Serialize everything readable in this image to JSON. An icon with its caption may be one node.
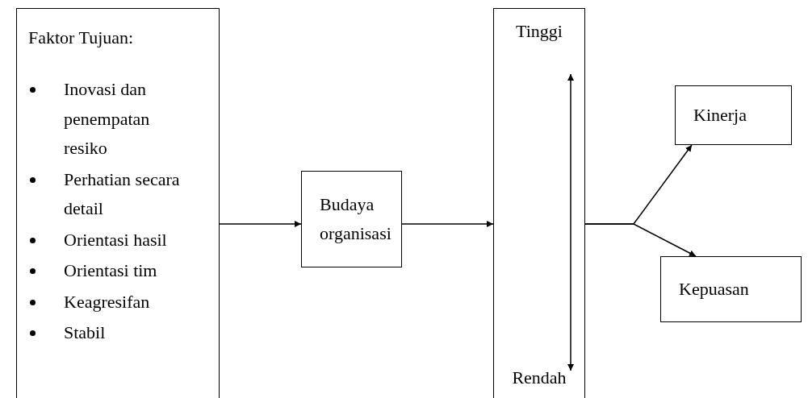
{
  "diagram": {
    "nodes": [
      {
        "text": [
          "Faktor Tujuan:",
          "Inovasi dan penempatan resiko",
          "Perhatian secara detail",
          "Orientasi hasil",
          "Orientasi tim",
          "Keagresifan",
          "Stabil"
        ]
      },
      {
        "text": [
          "Budaya organisasi"
        ]
      },
      {
        "text": [
          "Tinggi",
          "Rendah"
        ]
      },
      {
        "text": [
          "Kinerja"
        ]
      },
      {
        "text": [
          "Kepuasan"
        ]
      }
    ],
    "edges": [
      {
        "from": 0,
        "to": 1,
        "arrow": "to"
      },
      {
        "from": 1,
        "to": 2,
        "arrow": "to"
      },
      {
        "from": 2,
        "to": 3,
        "arrow": "to"
      },
      {
        "from": 2,
        "to": 4,
        "arrow": "to"
      }
    ]
  }
}
